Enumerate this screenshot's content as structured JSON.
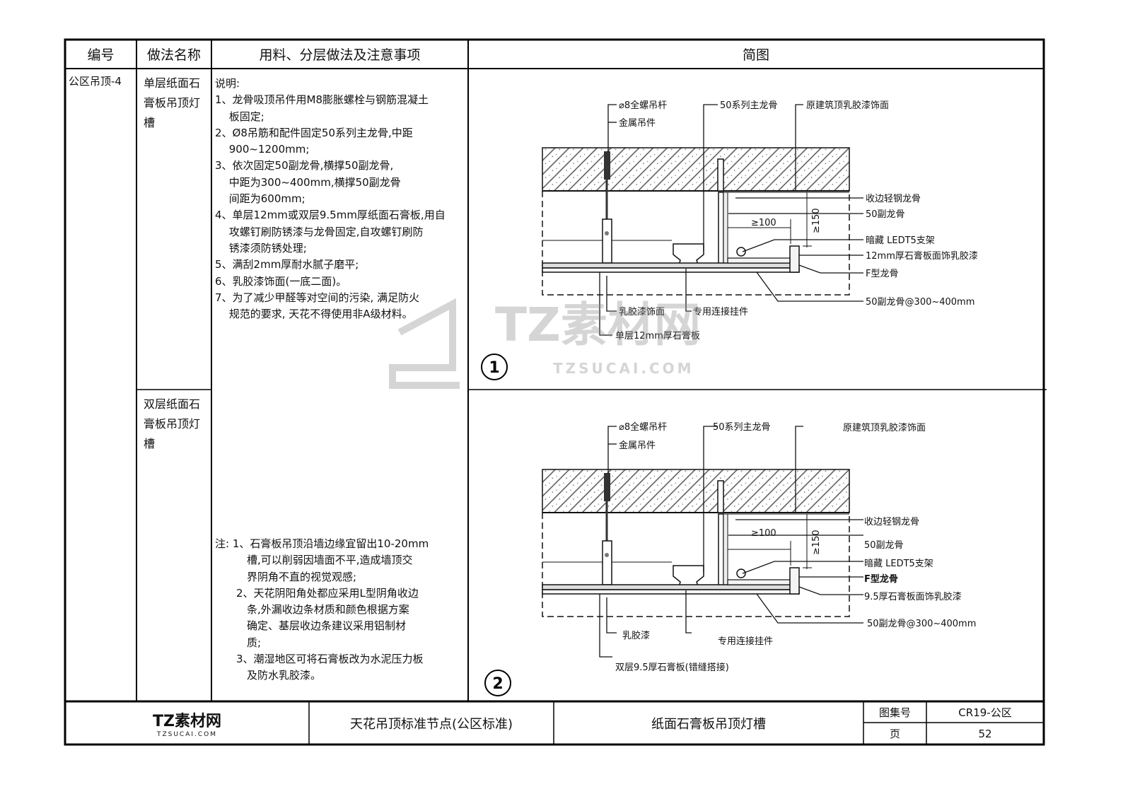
{
  "table": {
    "headers": [
      "编号",
      "做法名称",
      "用料、分层做法及注意事项",
      "简图"
    ],
    "code": "公区吊顶-4",
    "method_1": [
      "单层纸面石",
      "膏板吊顶灯",
      "槽"
    ],
    "method_2": [
      "双层纸面石",
      "膏板吊顶灯",
      "槽"
    ],
    "description": [
      "说明:",
      "1、龙骨吸顶吊件用M8膨胀螺栓与钢筋混凝土",
      "　 板固定;",
      "2、Ø8吊筋和配件固定50系列主龙骨,中距",
      "　 900~1200mm;",
      "3、依次固定50副龙骨,横撑50副龙骨,",
      "　  中距为300~400mm,横撑50副龙骨",
      "　  间距为600mm;",
      "4、单层12mm或双层9.5mm厚纸面石膏板,用自",
      "　 攻螺钉刷防锈漆与龙骨固定,自攻螺钉刷防",
      "　 锈漆须防锈处理;",
      "5、满刮2mm厚耐水腻子磨平;",
      "6、乳胶漆饰面(一底二面)。",
      "7、为了减少甲醛等对空间的污染, 满足防火",
      "　 规范的要求, 天花不得使用非A级材料。"
    ],
    "notes": [
      "注: 1、石膏板吊顶沿墙边缘宜留出10-20mm",
      "　　　槽,可以削弱因墙面不平,造成墙顶交",
      "　　　界阴角不直的视觉观感;",
      "　　2、天花阴阳角处都应采用L型阴角收边",
      "　　　条,外漏收边条材质和颜色根据方案",
      "　　　确定、基层收边条建议采用铝制材",
      "　　　质;",
      "　　3、潮湿地区可将石膏板改为水泥压力板",
      "　　　及防水乳胶漆。"
    ]
  },
  "diagram_1": {
    "number": "1",
    "labels": {
      "rod": "⌀8全螺吊杆",
      "hanger": "金属吊件",
      "main_keel": "50系列主龙骨",
      "ceiling": "原建筑顶乳胶漆饰面",
      "edge_keel": "收边轻钢龙骨",
      "sub_keel": "50副龙骨",
      "led": "暗藏 LEDT5支架",
      "board_paint": "12mm厚石膏板面饰乳胶漆",
      "f_keel": "F型龙骨",
      "sub_keel_spacing": "50副龙骨@300~400mm",
      "paint": "乳胶漆饰面",
      "connector": "专用连接挂件",
      "board": "单层12mm厚石膏板",
      "dim_width": "≥100",
      "dim_height": "≥150"
    }
  },
  "diagram_2": {
    "number": "2",
    "labels": {
      "rod": "⌀8全螺吊杆",
      "hanger": "金属吊件",
      "main_keel": "50系列主龙骨",
      "ceiling": "原建筑顶乳胶漆饰面",
      "edge_keel": "收边轻钢龙骨",
      "sub_keel": "50副龙骨",
      "led": "暗藏 LEDT5支架",
      "f_keel": "F型龙骨",
      "board_paint": "9.5厚石膏板面饰乳胶漆",
      "sub_keel_spacing": "50副龙骨@300~400mm",
      "paint": "乳胶漆",
      "connector": "专用连接挂件",
      "board": "双层9.5厚石膏板(错缝搭接)",
      "dim_width": "≥100",
      "dim_height": "≥150"
    }
  },
  "watermark": {
    "brand": "TZ素材网",
    "url": "TZSUCAI.COM"
  },
  "title_block": {
    "logo_brand": "TZ素材网",
    "logo_url": "TZSUCAI.COM",
    "series": "天花吊顶标准节点(公区标准)",
    "drawing_title": "纸面石膏板吊顶灯槽",
    "atlas_label": "图集号",
    "atlas_value": "CR19-公区",
    "page_label": "页",
    "page_value": "52"
  }
}
